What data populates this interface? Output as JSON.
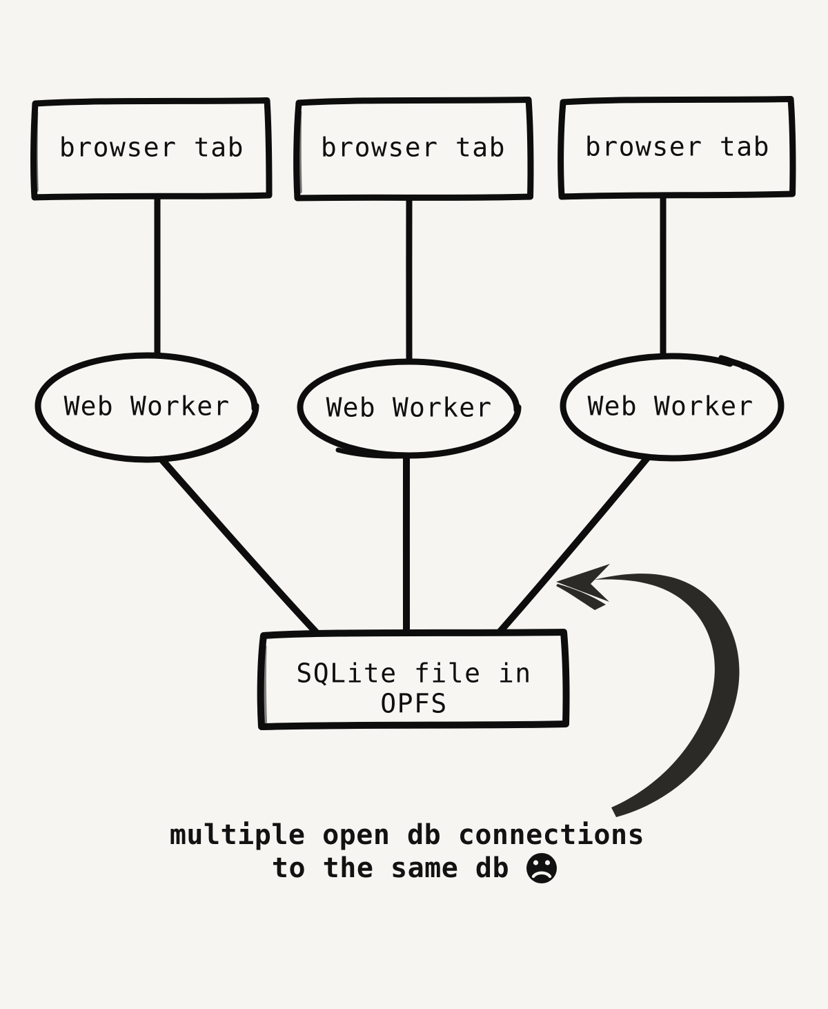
{
  "page": {
    "background_color": "#f7f5f1",
    "ink_color": "#0d0d0d",
    "arrow_color": "#2b2a27",
    "style": "hand-drawn sketch diagram"
  },
  "diagram": {
    "title_text": "",
    "tabs": [
      {
        "id": "tab-1",
        "label": "browser tab"
      },
      {
        "id": "tab-2",
        "label": "browser tab"
      },
      {
        "id": "tab-3",
        "label": "browser tab"
      }
    ],
    "workers": [
      {
        "id": "worker-1",
        "label": "Web Worker"
      },
      {
        "id": "worker-2",
        "label": "Web Worker"
      },
      {
        "id": "worker-3",
        "label": "Web Worker"
      }
    ],
    "store": {
      "id": "sqlite-opfs",
      "label_line1": "SQLite file in",
      "label_line2": "OPFS"
    },
    "annotation": {
      "line1": "multiple open db connections",
      "line2": "to the same db",
      "emoji": "sad-face",
      "emoji_glyph": "☹"
    },
    "edges": [
      {
        "from": "tab-1",
        "to": "worker-1",
        "kind": "vertical"
      },
      {
        "from": "tab-2",
        "to": "worker-2",
        "kind": "vertical"
      },
      {
        "from": "tab-3",
        "to": "worker-3",
        "kind": "vertical"
      },
      {
        "from": "worker-1",
        "to": "sqlite-opfs",
        "kind": "diagonal"
      },
      {
        "from": "worker-2",
        "to": "sqlite-opfs",
        "kind": "vertical"
      },
      {
        "from": "worker-3",
        "to": "sqlite-opfs",
        "kind": "diagonal"
      },
      {
        "from": "annotation",
        "to": "worker-3-edge",
        "kind": "curved-arrow"
      }
    ]
  }
}
